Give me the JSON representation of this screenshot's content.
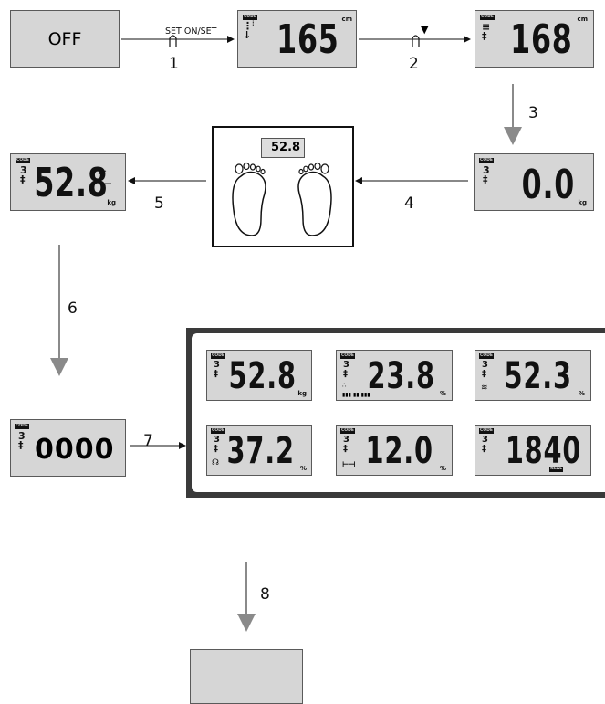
{
  "off_label": "OFF",
  "set_label": "SET ON/SET",
  "steps": [
    "1",
    "2",
    "3",
    "4",
    "5",
    "6",
    "7",
    "8"
  ],
  "height_init": "165",
  "height_unit": "cm",
  "height_set": "168",
  "zero_display": "0.0",
  "weight_value": "52.8",
  "weight_unit": "kg",
  "zeros_display": "0000",
  "results": {
    "weight": {
      "value": "52.8",
      "unit": "kg"
    },
    "body_fat": {
      "value": "23.8",
      "unit": "%"
    },
    "body_water": {
      "value": "52.3",
      "unit": "%"
    },
    "muscle": {
      "value": "37.2",
      "unit": "%"
    },
    "bone": {
      "value": "12.0",
      "unit": "%"
    },
    "calories": {
      "value": "1840",
      "unit": "KCAL"
    }
  },
  "code_badge": "CODE",
  "colors": {
    "lcd": "#d6d6d6",
    "frame": "#3a3a3a",
    "arrow_gray": "#8a8a8a"
  }
}
